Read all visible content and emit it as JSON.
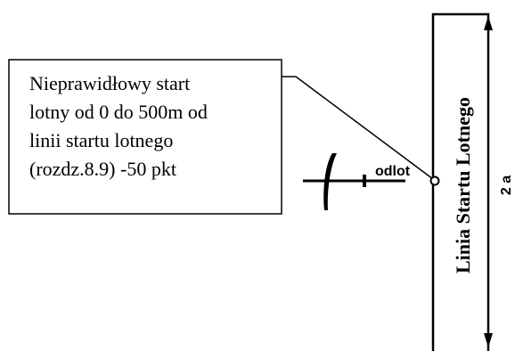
{
  "callout": {
    "lines": [
      "Nieprawidłowy start",
      "lotny od 0 do 500m od",
      "linii startu lotnego",
      "(rozdz.8.9)  -50 pkt"
    ]
  },
  "departure_label": "odlot",
  "start_line_label": "Linia Startu Lotnego",
  "dimension_label": "2 a"
}
